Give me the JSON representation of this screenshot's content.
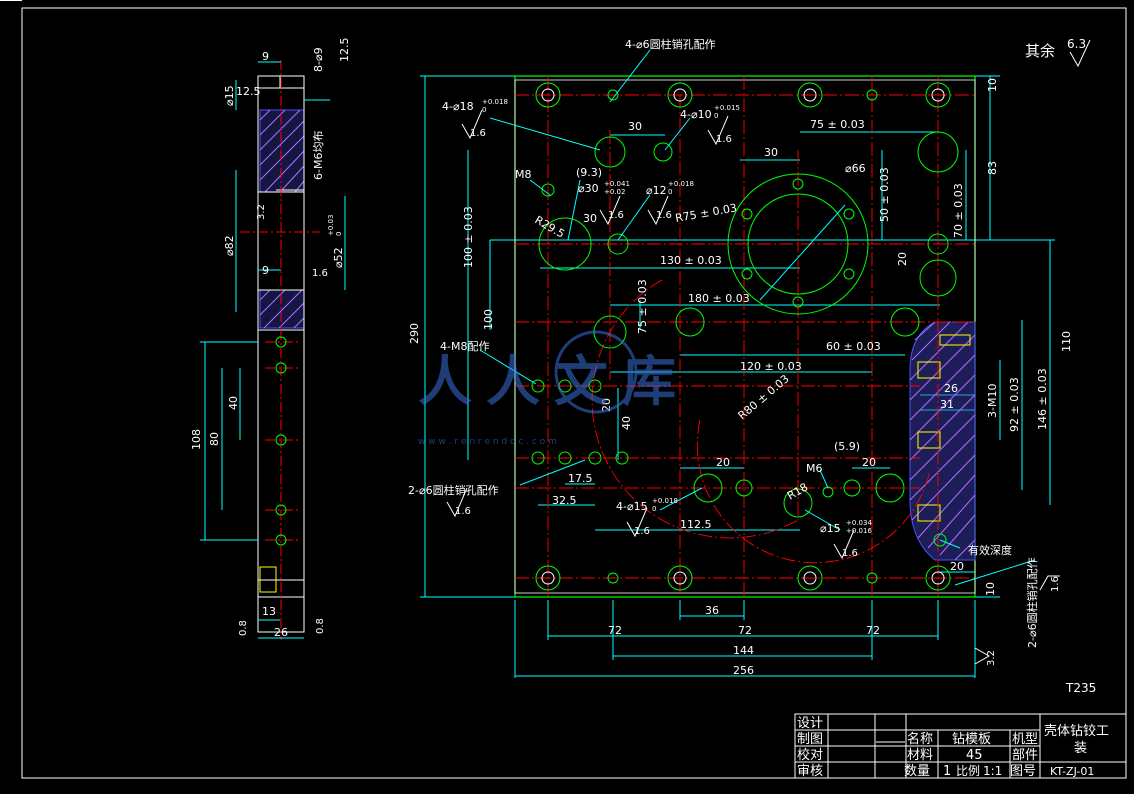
{
  "colors": {
    "background": "#000000",
    "outline": "#ffffff",
    "dimension": "#00ffff",
    "centerline": "#ff0000",
    "circle": "#00ff00",
    "hatch": "#5050ff",
    "hidden": "#ffff00",
    "watermark": "#3a6fd8"
  },
  "surface_note": {
    "label": "其余",
    "roughness": "6.3"
  },
  "material_code": "T235",
  "side_view": {
    "dims": {
      "d9_top": "9",
      "d8x9": "8-⌀9",
      "d12_5a": "12.5",
      "d15": "⌀15",
      "d12_5b": "12.5",
      "m6": "6-M6均布",
      "d3_2": "3.2",
      "d82": "⌀82",
      "d52": "⌀52",
      "d52_tol": "+0.03",
      "d52_tol2": "0",
      "d1_6": "1.6",
      "d9_mid": "9",
      "d108": "108",
      "d80": "80",
      "d40": "40",
      "d0_8a": "0.8",
      "d13": "13",
      "d0_8b": "0.8",
      "d26": "26"
    }
  },
  "main_view": {
    "dims": {
      "pin_top": "4-⌀6圆柱销孔配作",
      "d18": "4-⌀18",
      "d18_tol": "+0.018",
      "d18_tol2": "0",
      "ra16_a": "1.6",
      "d30_a": "30",
      "d10": "4-⌀10",
      "d10_tol": "+0.015",
      "d10_tol2": "0",
      "ra16_b": "1.6",
      "d75": "75 ± 0.03",
      "d30_b": "30",
      "d66": "⌀66",
      "d83": "83",
      "d10_right": "10",
      "m8": "M8",
      "d9_3": "(9.3)",
      "d30h": "⌀30",
      "d30h_tol": "+0.041",
      "d30h_tol2": "+0.02",
      "d12": "⌀12",
      "d12_tol": "+0.018",
      "d12_tol2": "0",
      "d30_c": "30",
      "ra16_c": "1.6",
      "ra16_d": "1.6",
      "r75": "R75 ± 0.03",
      "r29": "R29.5",
      "d50": "50 ± 0.03",
      "d70": "70 ± 0.03",
      "d100a": "100 ± 0.03",
      "d130": "130 ± 0.03",
      "d20_r": "20",
      "d290": "290",
      "d100b": "100",
      "d75v": "75 ± 0.03",
      "d180": "180 ± 0.03",
      "d60": "60 ± 0.03",
      "d110": "110",
      "m8_pin": "4-M8配作",
      "d120": "120 ± 0.03",
      "d26": "26",
      "d31": "31",
      "m10": "3-M10",
      "d92": "92 ± 0.03",
      "d146": "146 ± 0.03",
      "d20_v": "20",
      "d40_v": "40",
      "r80": "R80 ± 0.03",
      "d5_9": "(5.9)",
      "m6": "M6",
      "d20_a": "20",
      "d20_b": "20",
      "pin_left": "2-⌀6圆柱销孔配作",
      "ra16_e": "1.6",
      "d17_5": "17.5",
      "d32_5": "32.5",
      "d15": "4-⌀15",
      "d15_tol": "+0.018",
      "d15_tol2": "0",
      "ra16_f": "1.6",
      "d112_5": "112.5",
      "r18": "R18",
      "d15b": "⌀15",
      "d15b_tol": "+0.034",
      "d15b_tol2": "+0.016",
      "ra16_g": "1.6",
      "depth": "有效深度",
      "d20_c": "20",
      "pin_right": "2-⌀6圆柱销孔配作",
      "ra16_h": "1.6",
      "d10_bot": "10",
      "d36": "36",
      "d72a": "72",
      "d72b": "72",
      "d72c": "72",
      "d144": "144",
      "d256": "256",
      "ra32": "3.2"
    }
  },
  "watermark": {
    "main": "人人文库",
    "sub": "w w w . r e n r e n d o c . c o m"
  },
  "title_block": {
    "design": "设计",
    "drawing": "制图",
    "check": "校对",
    "review": "审核",
    "name_label": "名称",
    "name_value": "钻模板",
    "material_label": "材料",
    "material_value": "45",
    "qty_label": "数量",
    "qty_value": "1",
    "scale_label": "比例",
    "scale_value": "1:1",
    "model_label": "机型",
    "part_label": "部件",
    "drawing_no_label": "图号",
    "drawing_no": "KT-ZJ-01",
    "title_line1": "壳体钻铰工",
    "title_line2": "装"
  }
}
